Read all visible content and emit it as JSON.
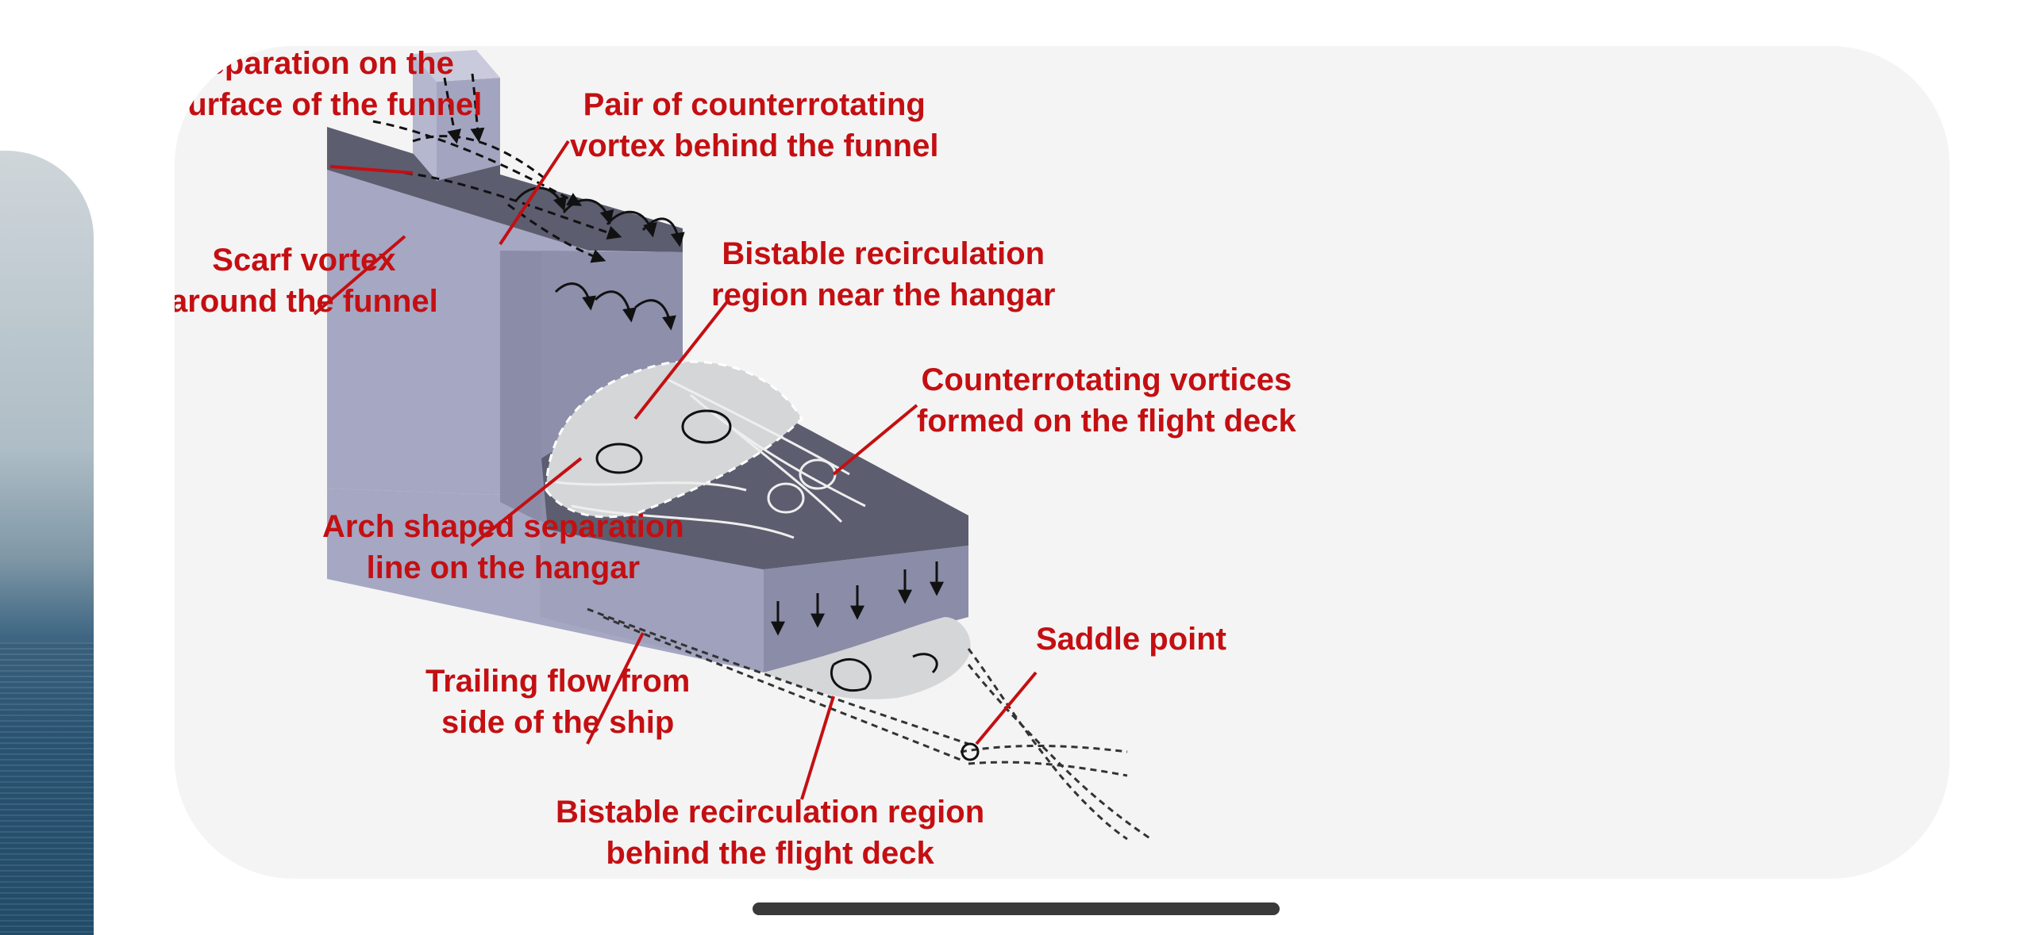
{
  "diagram": {
    "labels": {
      "funnel_separation": [
        "- separation on the",
        "surface of the funnel"
      ],
      "pair_vortex": [
        "Pair of  counterrotating",
        "vortex behind the funnel"
      ],
      "scarf_vortex": [
        "Scarf vortex",
        "around the funnel"
      ],
      "bistable_hangar": [
        "Bistable recirculation",
        "region near the hangar"
      ],
      "counterrotating_deck": [
        "Counterrotating vortices",
        "formed on the flight deck"
      ],
      "arch_separation": [
        "Arch shaped separation",
        "line on the hangar"
      ],
      "trailing_flow": [
        "Trailing flow from",
        "side of the ship"
      ],
      "saddle_point": [
        "Saddle point"
      ],
      "bistable_deck": [
        "Bistable recirculation region",
        "behind the flight deck"
      ]
    },
    "colors": {
      "label": "#c40f12",
      "leader": "#c40f12",
      "card": "#f4f4f4",
      "ship_top": "#5c5d6f",
      "ship_side": "#a5a7c3",
      "ship_front": "#8a8ca8",
      "recirc_region": "#d4d6d8"
    }
  }
}
